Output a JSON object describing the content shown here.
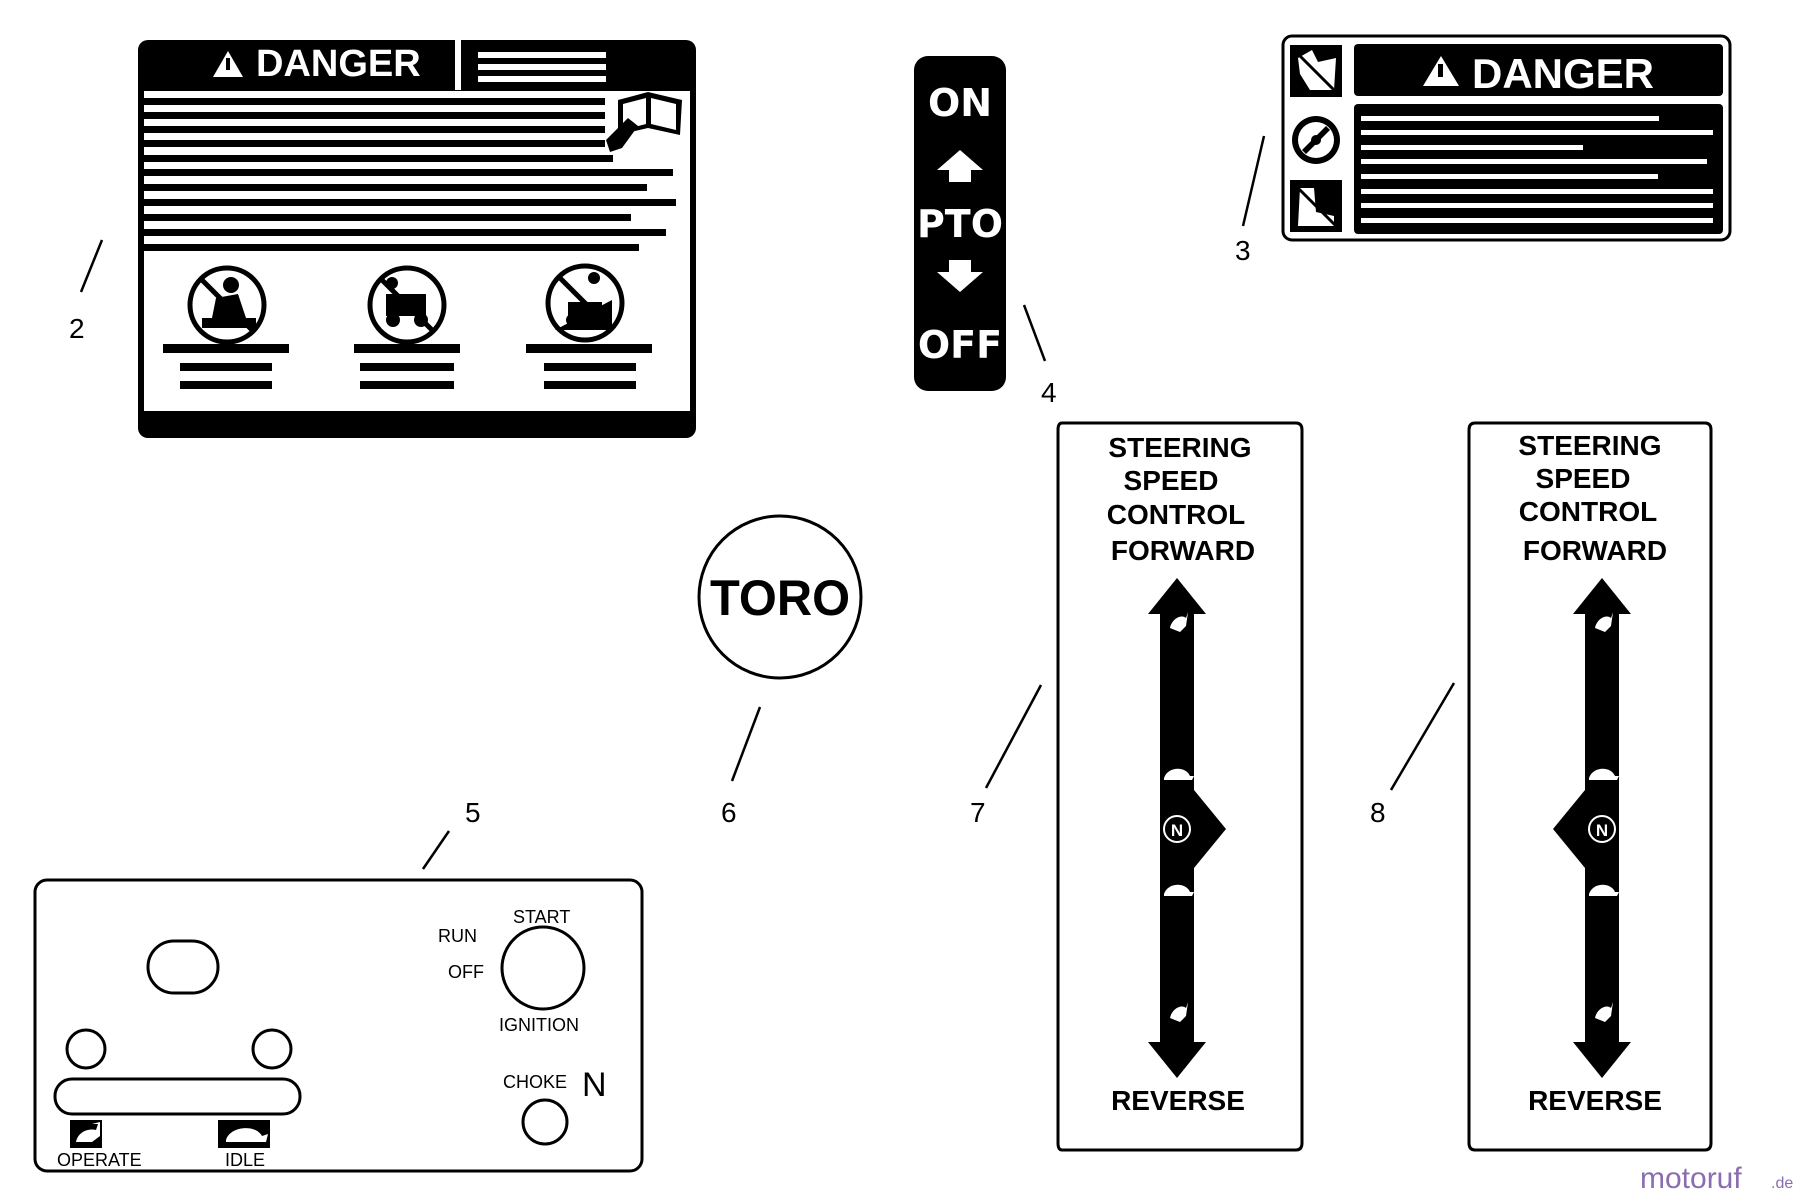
{
  "callouts": {
    "c2": "2",
    "c3": "3",
    "c4": "4",
    "c5": "5",
    "c6": "6",
    "c7": "7",
    "c8": "8"
  },
  "decal2": {
    "header": "DANGER"
  },
  "decal3": {
    "header": "DANGER"
  },
  "decal4": {
    "on": "ON",
    "mid": "PTO",
    "off": "OFF"
  },
  "decal5": {
    "run": "RUN",
    "off": "OFF",
    "start": "START",
    "ignition": "IGNITION",
    "choke": "CHOKE",
    "neutral_mark": "N",
    "operate": "OPERATE",
    "idle": "IDLE"
  },
  "decal6": {
    "logo": "TORO"
  },
  "decal7": {
    "line1": "STEERING",
    "line2": "SPEED",
    "line3": "CONTROL",
    "forward": "FORWARD",
    "reverse": "REVERSE",
    "neutral": "N"
  },
  "decal8": {
    "line1": "STEERING",
    "line2": "SPEED",
    "line3": "CONTROL",
    "forward": "FORWARD",
    "reverse": "REVERSE",
    "neutral": "N"
  },
  "watermark": {
    "brand": "motoruf",
    "tld": ".de"
  }
}
